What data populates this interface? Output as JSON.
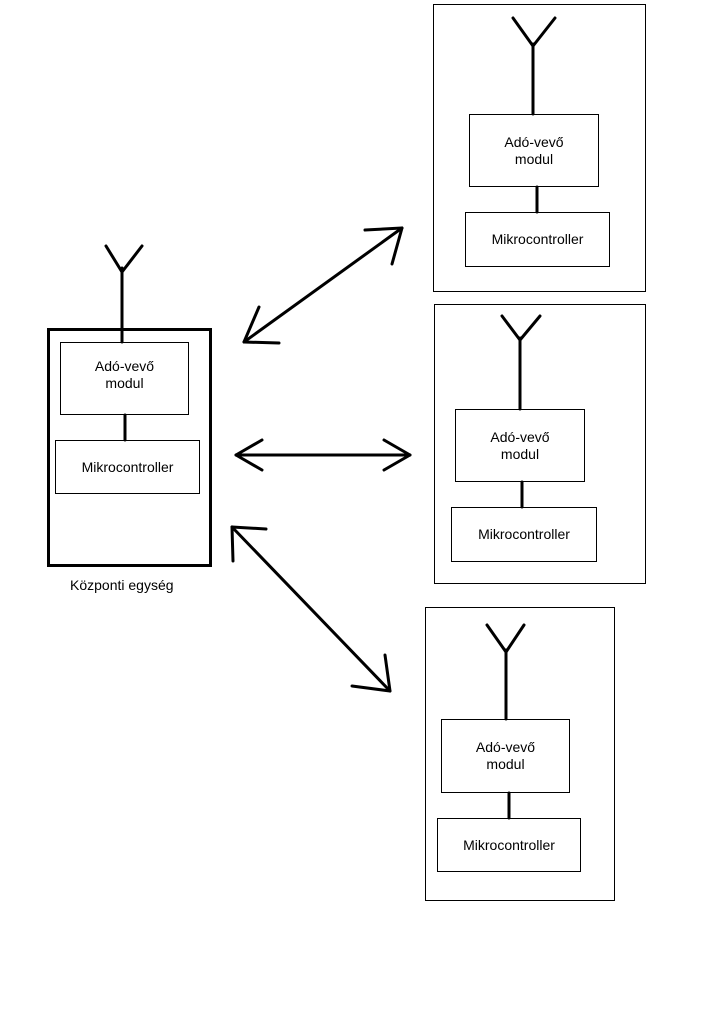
{
  "central_unit": {
    "caption": "Központi egység",
    "transceiver_label": "Adó-vevő\nmodul",
    "mcu_label": "Mikrocontroller"
  },
  "remote_units": [
    {
      "transceiver_label": "Adó-vevő\nmodul",
      "mcu_label": "Mikrocontroller"
    },
    {
      "transceiver_label": "Adó-vevő\nmodul",
      "mcu_label": "Mikrocontroller"
    },
    {
      "transceiver_label": "Adó-vevő\nmodul",
      "mcu_label": "Mikrocontroller"
    }
  ],
  "links": [
    {
      "from": "central_unit",
      "to": "remote_units.0",
      "style": "double-arrow"
    },
    {
      "from": "central_unit",
      "to": "remote_units.1",
      "style": "double-arrow"
    },
    {
      "from": "central_unit",
      "to": "remote_units.2",
      "style": "double-arrow"
    }
  ]
}
